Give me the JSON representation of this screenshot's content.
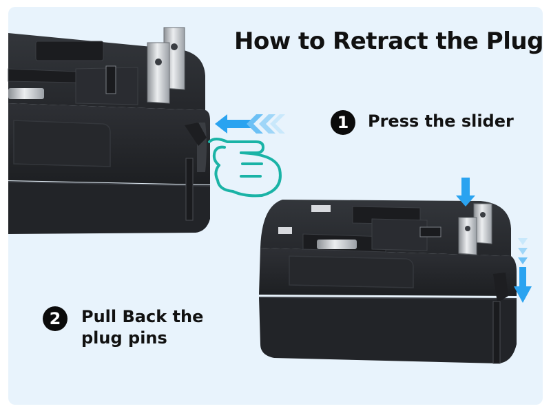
{
  "title": "How to Retract the Plug",
  "steps": [
    {
      "number": "1",
      "text": "Press the slider"
    },
    {
      "number": "2",
      "text": "Pull Back the plug pins"
    }
  ],
  "icons": [
    "left-arrow-icon",
    "pointing-hand-icon",
    "down-arrow-icon"
  ],
  "colors": {
    "background": "#e8f3fc",
    "arrow_blue": "#2aa3f0",
    "hand_teal": "#1ab3a6",
    "adapter_body": "#2b2d31",
    "title_text": "#111111"
  }
}
